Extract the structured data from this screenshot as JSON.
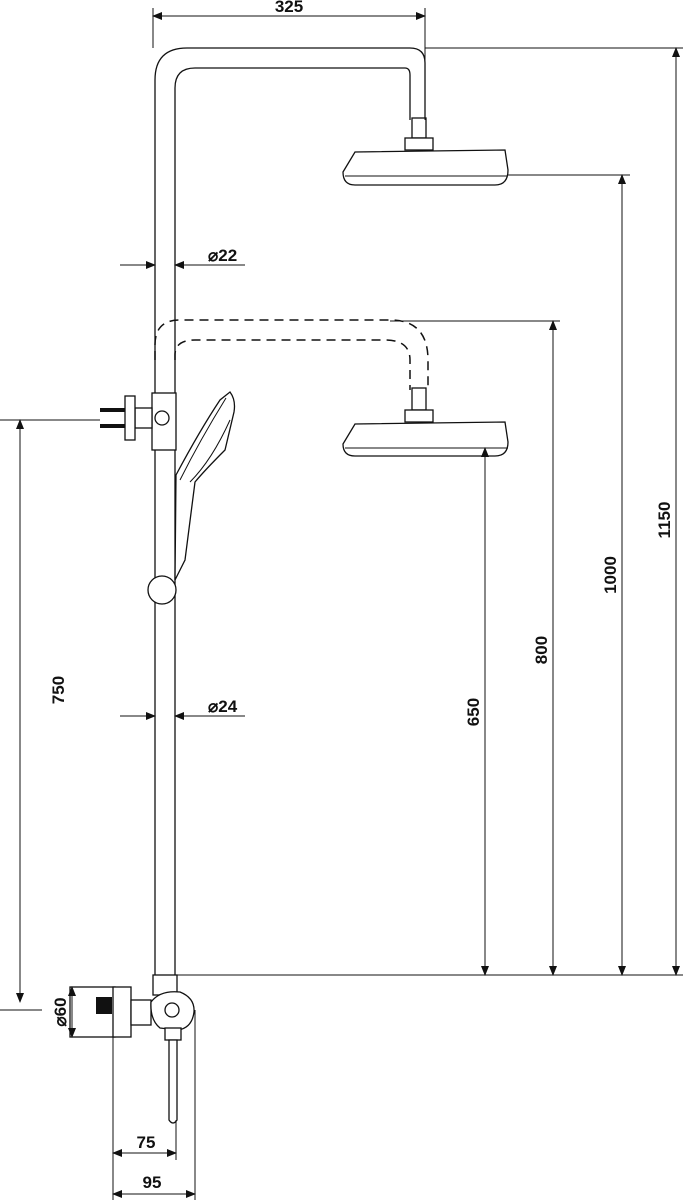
{
  "drawing": {
    "dimensions": {
      "top_width": "325",
      "riser_diameter": "⌀22",
      "lower_diameter": "⌀24",
      "height_650": "650",
      "height_800": "800",
      "height_1000": "1000",
      "height_1150": "1150",
      "bracket_height": "750",
      "valve_diameter": "⌀60",
      "depth_75": "75",
      "depth_95": "95"
    },
    "colors": {
      "line": "#111111",
      "background": "#ffffff"
    }
  }
}
